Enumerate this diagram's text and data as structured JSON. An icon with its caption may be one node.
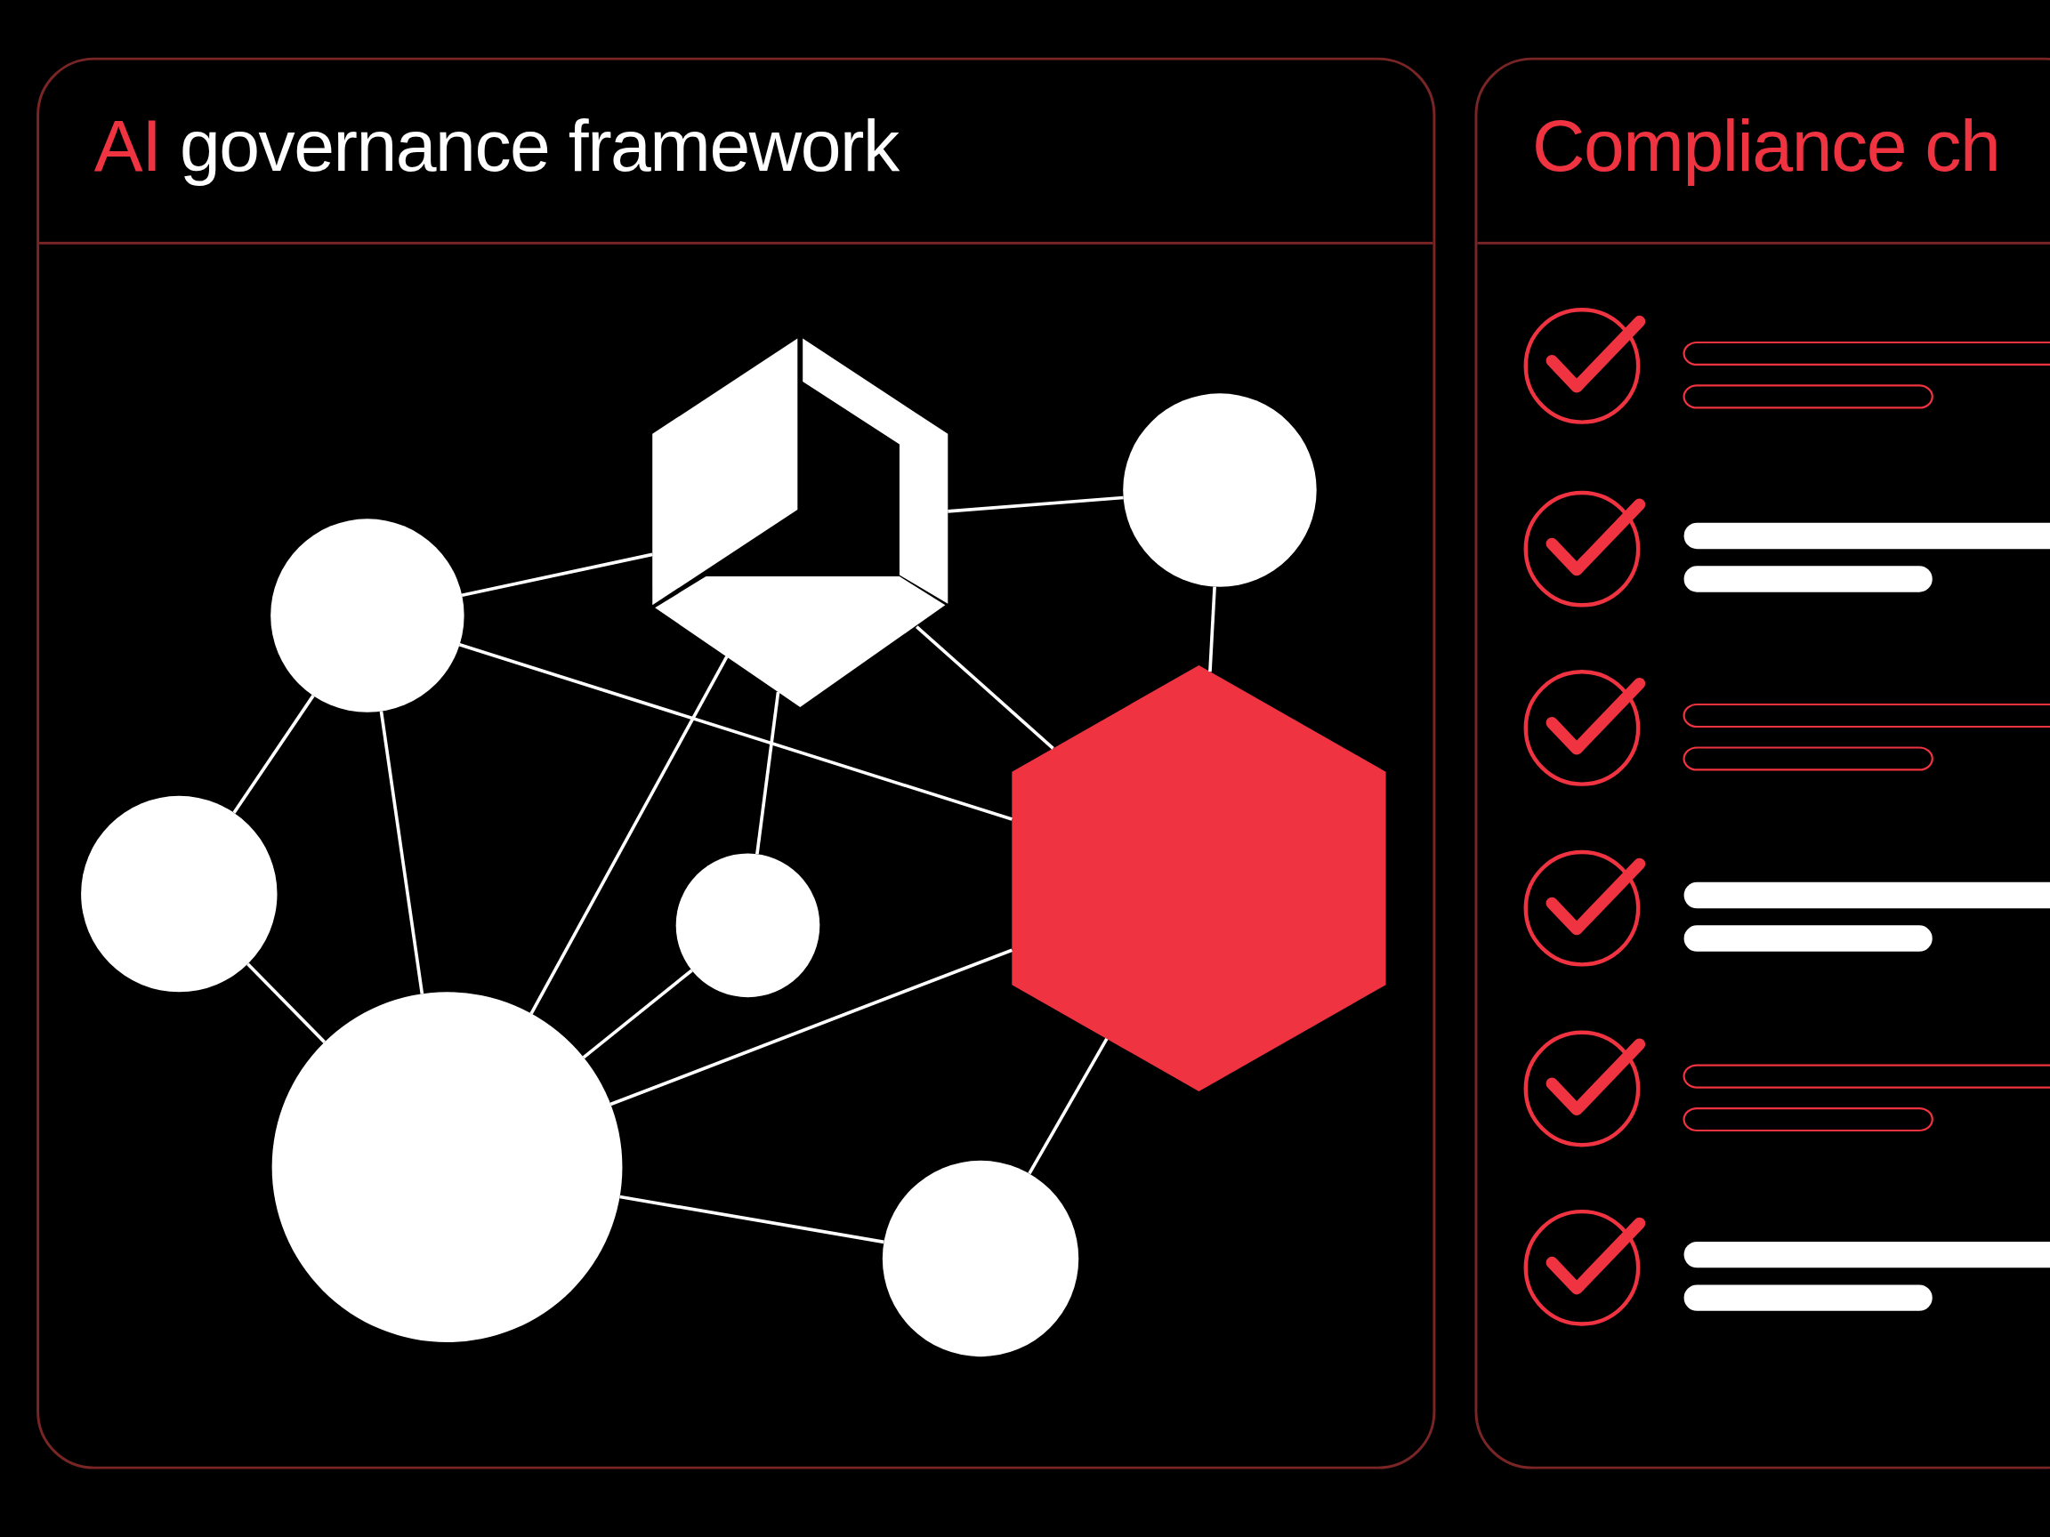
{
  "diagram": {
    "nodes": [
      {
        "text": [
          "AI governance framework"
        ]
      },
      {
        "text": [
          "Compliance ch"
        ]
      },
      {
        "text": [],
        "shape": "cube",
        "in": 0
      },
      {
        "text": [],
        "shape": "circle",
        "in": 0
      },
      {
        "text": [],
        "shape": "circle",
        "in": 0
      },
      {
        "text": [],
        "shape": "circle",
        "in": 0
      },
      {
        "text": [],
        "shape": "circle",
        "in": 0
      },
      {
        "text": [],
        "shape": "hexagon",
        "in": 0
      },
      {
        "text": [],
        "shape": "circle",
        "in": 0
      },
      {
        "text": [],
        "shape": "circle",
        "in": 0
      }
    ],
    "edges": [
      {
        "from": 3,
        "to": 2,
        "arrow": "none"
      },
      {
        "from": 2,
        "to": 4,
        "arrow": "none"
      },
      {
        "from": 4,
        "to": 7,
        "arrow": "none"
      },
      {
        "from": 3,
        "to": 7,
        "arrow": "none"
      },
      {
        "from": 2,
        "to": 7,
        "arrow": "none"
      },
      {
        "from": 2,
        "to": 6,
        "arrow": "none"
      },
      {
        "from": 2,
        "to": 8,
        "arrow": "none"
      },
      {
        "from": 3,
        "to": 5,
        "arrow": "none"
      },
      {
        "from": 3,
        "to": 8,
        "arrow": "none"
      },
      {
        "from": 5,
        "to": 8,
        "arrow": "none"
      },
      {
        "from": 6,
        "to": 8,
        "arrow": "none"
      },
      {
        "from": 8,
        "to": 7,
        "arrow": "none"
      },
      {
        "from": 8,
        "to": 9,
        "arrow": "none"
      },
      {
        "from": 7,
        "to": 9,
        "arrow": "none"
      }
    ]
  }
}
